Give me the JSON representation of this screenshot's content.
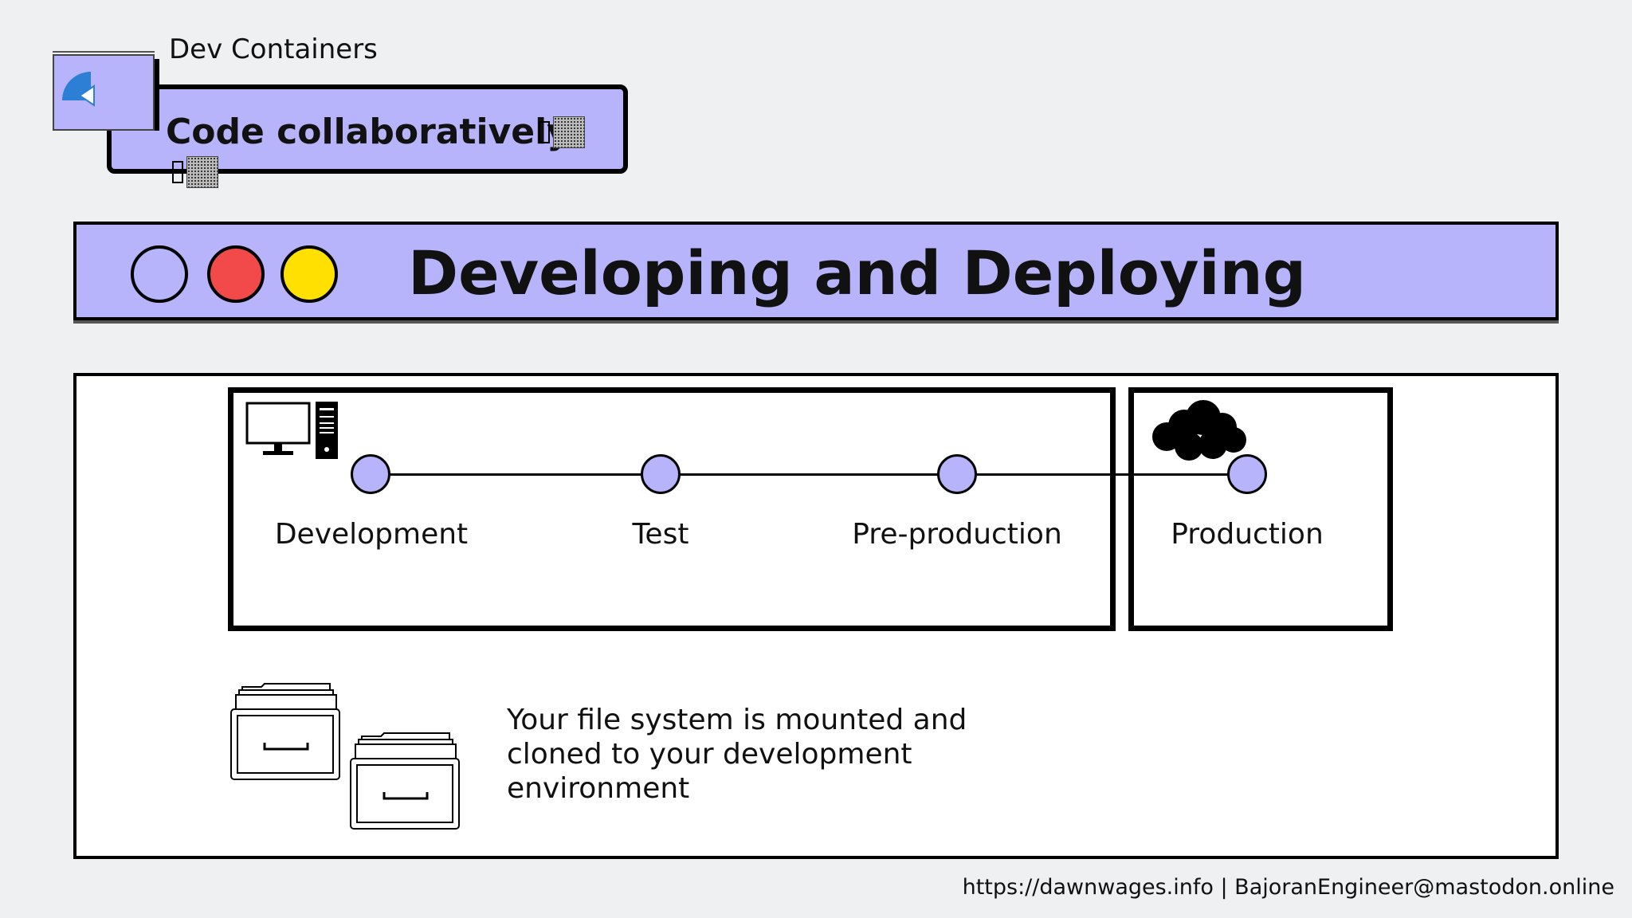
{
  "header": {
    "brand": "Dev Containers",
    "tagline": "Code collaboratively",
    "brand_color": "#b8b4fb"
  },
  "window": {
    "title": "Developing and Deploying",
    "dots": [
      {
        "name": "blue",
        "color": "#b8b4fb"
      },
      {
        "name": "red",
        "color": "#f24a4a"
      },
      {
        "name": "yellow",
        "color": "#ffe000"
      }
    ]
  },
  "pipeline": {
    "stages": [
      {
        "label": "Development"
      },
      {
        "label": "Test"
      },
      {
        "label": "Pre-production"
      },
      {
        "label": "Production"
      }
    ],
    "icons": [
      "desktop-computer-icon",
      "cloud-icon",
      "filing-cabinet-icon"
    ]
  },
  "description": "Your file system is mounted and cloned to your development environment",
  "footer": "https://dawnwages.info | BajoranEngineer@mastodon.online"
}
